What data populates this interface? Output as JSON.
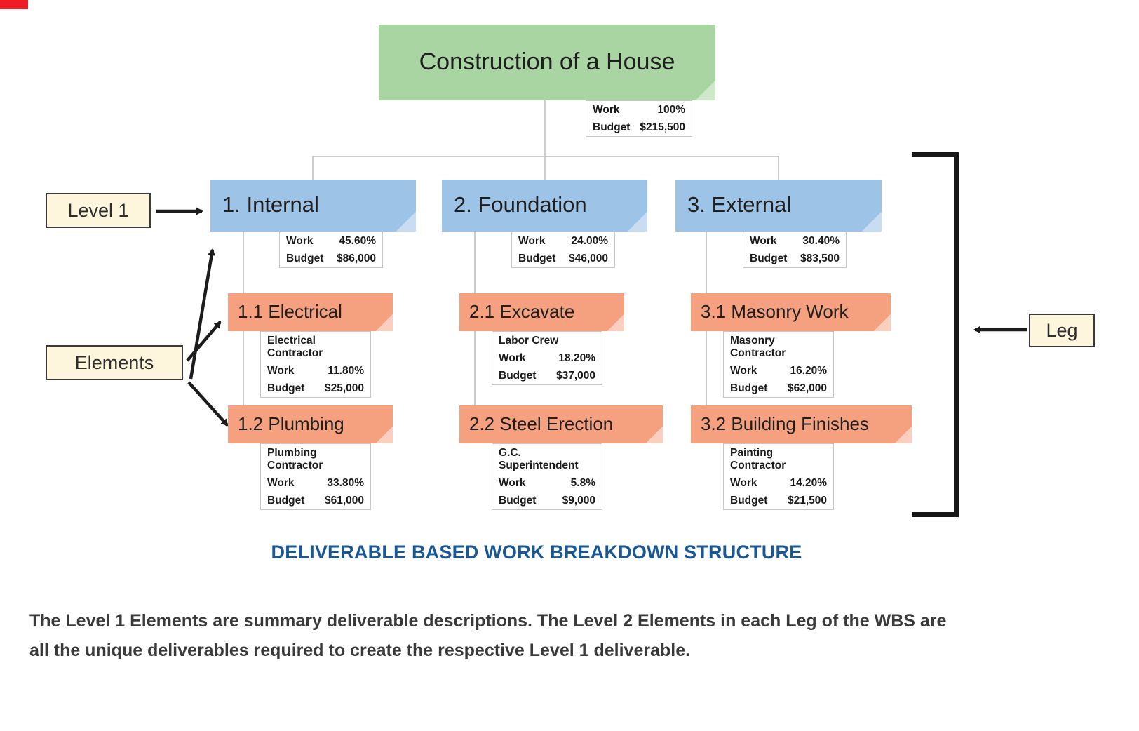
{
  "diagram": {
    "root": {
      "title": "Construction of a House",
      "work": "100%",
      "budget": "$215,500"
    },
    "field_labels": {
      "work": "Work",
      "budget": "Budget"
    },
    "annotations": {
      "level1": "Level 1",
      "elements": "Elements",
      "leg": "Leg"
    },
    "legs": [
      {
        "title": "1. Internal",
        "work": "45.60%",
        "budget": "$86,000",
        "children": [
          {
            "title": "1.1 Electrical",
            "contractor": "Electrical Contractor",
            "work": "11.80%",
            "budget": "$25,000"
          },
          {
            "title": "1.2 Plumbing",
            "contractor": "Plumbing Contractor",
            "work": "33.80%",
            "budget": "$61,000"
          }
        ]
      },
      {
        "title": "2. Foundation",
        "work": "24.00%",
        "budget": "$46,000",
        "children": [
          {
            "title": "2.1 Excavate",
            "contractor": "Labor Crew",
            "work": "18.20%",
            "budget": "$37,000"
          },
          {
            "title": "2.2 Steel Erection",
            "contractor": "G.C. Superintendent",
            "work": "5.8%",
            "budget": "$9,000"
          }
        ]
      },
      {
        "title": "3. External",
        "work": "30.40%",
        "budget": "$83,500",
        "children": [
          {
            "title": "3.1 Masonry Work",
            "contractor": "Masonry Contractor",
            "work": "16.20%",
            "budget": "$62,000"
          },
          {
            "title": "3.2 Building Finishes",
            "contractor": "Painting Contractor",
            "work": "14.20%",
            "budget": "$21,500"
          }
        ]
      }
    ],
    "caption": "DELIVERABLE BASED WORK BREAKDOWN STRUCTURE"
  },
  "description": {
    "line1": "The Level 1 Elements are summary deliverable descriptions. The Level 2 Elements in each Leg of the WBS are",
    "line2": "all the unique deliverables required to create the respective Level 1 deliverable."
  },
  "colors": {
    "root_fill": "#a9d5a2",
    "level1_fill": "#9dc3e6",
    "level2_fill": "#f5a07e",
    "label_fill": "#fdf6dd",
    "caption_text": "#1a5795",
    "marker_red": "#ee1c25"
  }
}
